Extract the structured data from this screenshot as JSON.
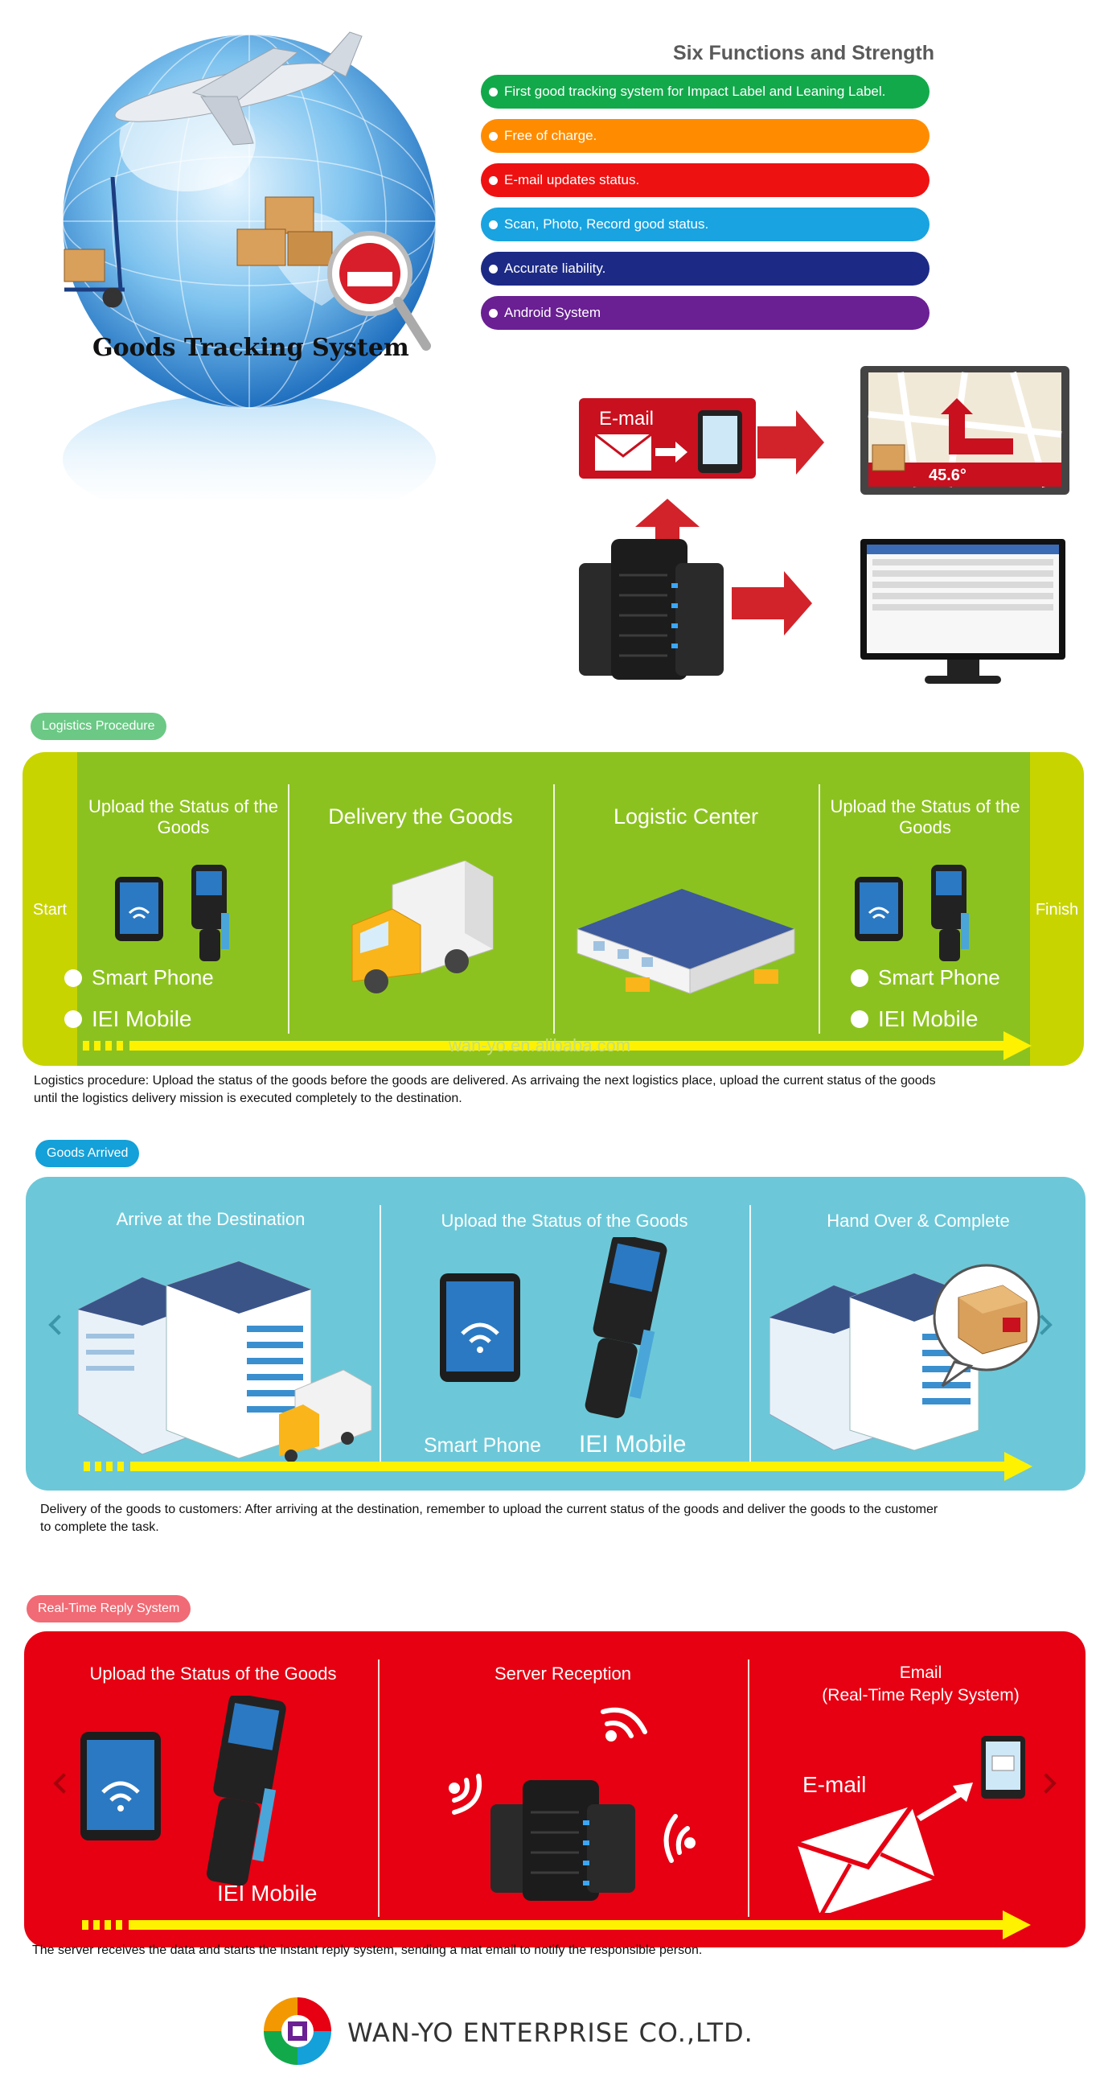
{
  "hero": {
    "globe_title": "Goods Tracking System",
    "heading": "Six Functions and Strength",
    "functions": [
      {
        "label": "First good tracking system for Impact Label and Leaning Label.",
        "color": "#12a94b"
      },
      {
        "label": "Free of charge.",
        "color": "#ff8c00"
      },
      {
        "label": "E-mail updates status.",
        "color": "#ee1111"
      },
      {
        "label": "Scan, Photo, Record good status.",
        "color": "#19a3e0"
      },
      {
        "label": "Accurate liability.",
        "color": "#1c2a86"
      },
      {
        "label": "Android System",
        "color": "#6a1f93"
      }
    ],
    "email_label": "E-mail",
    "gps_readout": "45.6°"
  },
  "logistics": {
    "badge": "Logistics Procedure",
    "start": "Start",
    "finish": "Finish",
    "col1_title": "Upload the Status of the Goods",
    "col2_title": "Delivery the Goods",
    "col3_title": "Logistic Center",
    "col4_title": "Upload the Status of the Goods",
    "smart_phone": "Smart Phone",
    "iei_mobile": "IEI Mobile",
    "watermark": "wan-yo.en.alibaba.com",
    "caption": "Logistics procedure: Upload the status of the goods before the goods are delivered. As arrivaing the next logistics place, upload the current status of the goods until the logistics delivery mission is executed completely to the destination."
  },
  "arrived": {
    "badge": "Goods Arrived",
    "col1_title": "Arrive at the Destination",
    "col2_title": "Upload the Status of the Goods",
    "col3_title": "Hand Over & Complete",
    "smart_phone": "Smart Phone",
    "iei_mobile": "IEI Mobile",
    "caption": "Delivery of the goods to customers: After arriving at the destination, remember to upload the current status of the goods and deliver the goods to the customer to complete the task."
  },
  "realtime": {
    "badge": "Real-Time Reply System",
    "col1_title": "Upload the Status of the Goods",
    "col2_title": "Server Reception",
    "col3_title_1": "Email",
    "col3_title_2": "(Real-Time Reply System)",
    "iei_mobile": "IEI Mobile",
    "email_label": "E-mail",
    "caption": "The server receives the data and starts the instant reply system, sending a mat email to notify the responsible person."
  },
  "footer": {
    "company": "WAN-YO ENTERPRISE CO.,LTD."
  },
  "colors": {
    "logistics_green": "#8cc21f",
    "logistics_lime": "#c8d400",
    "arrived_blue": "#6cc8d8",
    "realtime_red": "#e60012",
    "arrow_yellow": "#fff200"
  }
}
